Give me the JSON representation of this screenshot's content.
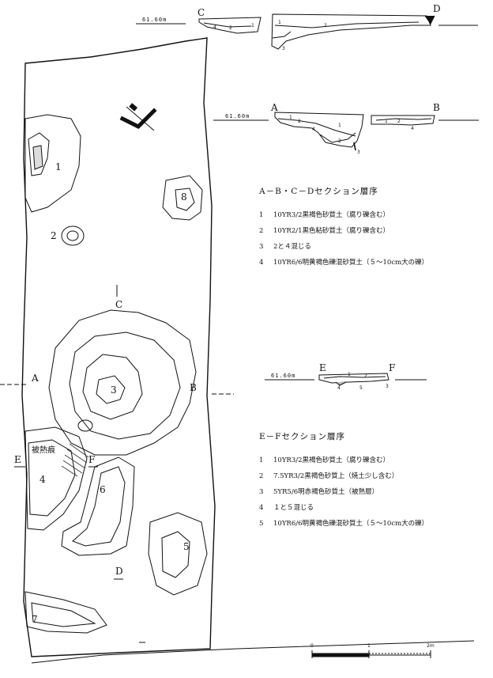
{
  "sections": {
    "cd": {
      "left": "C",
      "right": "D",
      "elev": "61.60m",
      "layers": [
        "1",
        "2",
        "4",
        "3",
        "2",
        "1"
      ]
    },
    "ab": {
      "left": "A",
      "right": "B",
      "elev": "61.60m",
      "layers": [
        "1",
        "2",
        "4",
        "1",
        "2",
        "3",
        "1",
        "2",
        "4"
      ]
    },
    "ef": {
      "left": "E",
      "right": "F",
      "elev": "61.60m",
      "layers": [
        "1",
        "2",
        "4",
        "5",
        "3"
      ]
    }
  },
  "legend_abcd": {
    "title": "A－B・C－Dセクション層序",
    "rows": [
      {
        "num": "1",
        "text": "10YR3/2黒褐色砂質土（腐り礫含む）"
      },
      {
        "num": "2",
        "text": "10YR2/1黒色粘砂質土（腐り礫含む）"
      },
      {
        "num": "3",
        "text": "2と４混じる"
      },
      {
        "num": "4",
        "text": "10YR6/6明黄褐色礫混砂質土（５～10cm大の礫）"
      }
    ]
  },
  "legend_ef": {
    "title": "E－Fセクション層序",
    "rows": [
      {
        "num": "1",
        "text": "10YR3/2黒褐色砂質土（腐り礫含む）"
      },
      {
        "num": "2",
        "text": "7.5YR3/2黒褐色砂質上（焼土少し含む）"
      },
      {
        "num": "3",
        "text": "5YR5/6明赤褐色砂質土（被熱層）"
      },
      {
        "num": "4",
        "text": "１と５混じる"
      },
      {
        "num": "5",
        "text": "10YR6/6明黄褐色礫混砂質土（５～10cm大の礫）"
      }
    ]
  },
  "plan": {
    "features": [
      "1",
      "2",
      "3",
      "4",
      "5",
      "6",
      "7",
      "8"
    ],
    "markers": {
      "a": "A",
      "b": "B",
      "c": "C",
      "d": "D",
      "e": "E",
      "f": "F"
    },
    "burnt": "被熱痕"
  },
  "scale": {
    "zero": "0",
    "one": "1",
    "two": "2m"
  }
}
